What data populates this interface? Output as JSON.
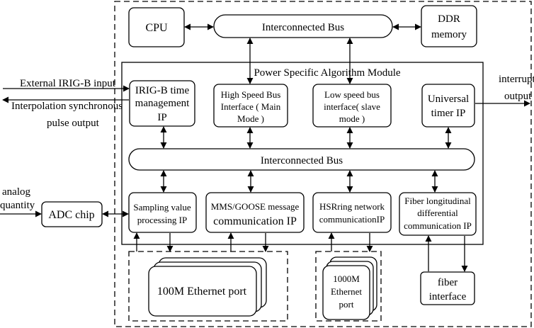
{
  "blocks": {
    "cpu": "CPU",
    "bus_top": "Interconnected Bus",
    "ddr": [
      "DDR",
      "memory"
    ],
    "module_title": "Power Specific Algorithm Module",
    "irig": [
      "IRIG-B time",
      "management",
      "IP"
    ],
    "hsbus": [
      "High Speed Bus",
      "Interface ( Main",
      "Mode )"
    ],
    "lsbus": [
      "Low speed bus",
      "interface( slave",
      "mode )"
    ],
    "timer": [
      "Universal",
      "timer IP"
    ],
    "bus_mid": "Interconnected Bus",
    "sampling": [
      "Sampling value",
      "processing IP"
    ],
    "mms": [
      "MMS/GOOSE message",
      "communication IP"
    ],
    "hsr": [
      "HSRring network",
      "communicationIP"
    ],
    "fiberdiff": [
      "Fiber longitudinal",
      "differential",
      "communication IP"
    ],
    "adc": "ADC chip",
    "eth100": "100M Ethernet port",
    "eth1000": [
      "1000M",
      "Ethernet",
      "port"
    ],
    "fiber_if": [
      "fiber",
      "interface"
    ]
  },
  "external": {
    "irig_in": "External IRIG-B input",
    "interp": [
      "Interpolation synchronous",
      "pulse output"
    ],
    "interrupt": [
      "interrupt",
      "output"
    ],
    "analog": [
      "analog",
      "quantity"
    ]
  }
}
